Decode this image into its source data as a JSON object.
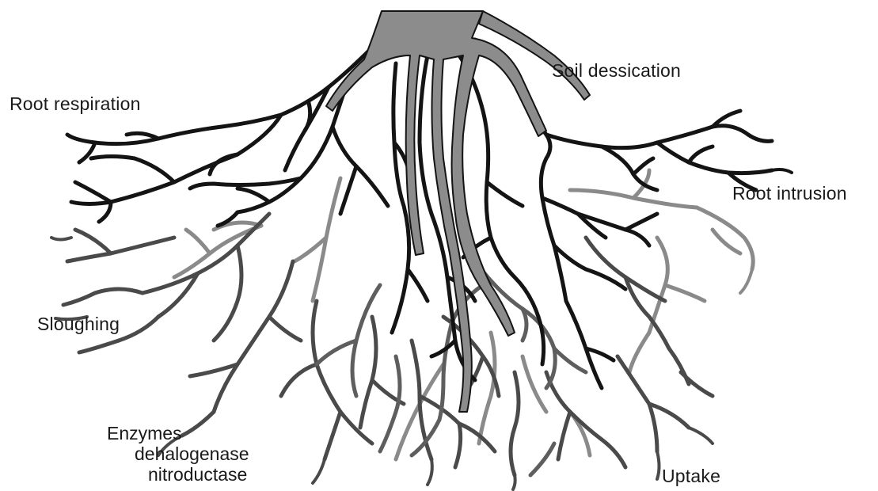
{
  "labels": {
    "soil_dessication": "Soil dessication",
    "root_respiration": "Root respiration",
    "root_intrusion": "Root intrusion",
    "sloughing": "Sloughing",
    "enzymes": [
      "Enzymes",
      "dehalogenase",
      "nitroductase"
    ],
    "uptake": "Uptake"
  },
  "colors": {
    "crown": "#8c8c8c",
    "dark_root": "#141414",
    "mid_root": "#4a4a4a",
    "light_root": "#8a8a8a",
    "text": "#1a1a1a"
  }
}
